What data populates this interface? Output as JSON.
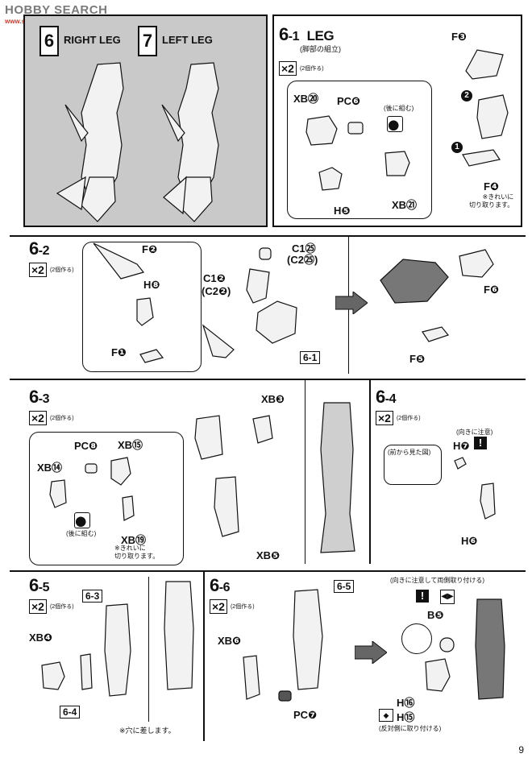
{
  "watermark": {
    "logo_text": "HOBBY SEARCH",
    "site": "www.sscdn.com"
  },
  "page_number": "9",
  "steps": {
    "s6": {
      "num": "6",
      "title": "RIGHT LEG"
    },
    "s7": {
      "num": "7",
      "title": "LEFT LEG"
    },
    "s6_1": {
      "num": "6",
      "sub": "-1",
      "title": "LEG",
      "jp_title": "(脚部の組立)",
      "count": "×2",
      "count_note": "(2個作る)",
      "labels": {
        "xb20": "XB⑳",
        "pc6": "PC❻",
        "back_note": "(後に組む)",
        "xb21": "XB㉑",
        "h5": "H❺",
        "f3": "F❸",
        "f4": "F❹",
        "cut_note": "※きれいに\n切り取ります。",
        "n1": "1",
        "n2": "2"
      }
    },
    "s6_2": {
      "num": "6",
      "sub": "-2",
      "count": "×2",
      "count_note": "(2個作る)",
      "labels": {
        "f2": "F❷",
        "h8": "H❽",
        "f1": "F❶",
        "c1_25": "C1㉕",
        "c2_25": "(C2㉕)",
        "c1_2": "C1❷",
        "c2_2": "(C2❷)",
        "ref": "6-1",
        "f6": "F❻",
        "f5": "F❺"
      }
    },
    "s6_3": {
      "num": "6",
      "sub": "-3",
      "count": "×2",
      "count_note": "(2個作る)",
      "labels": {
        "xb3": "XB❸",
        "pc8": "PC❽",
        "xb15": "XB⑮",
        "xb14": "XB⑭",
        "back_note": "(後に組む)",
        "xb19": "XB⑲",
        "cut_note": "※きれいに\n切り取ります。",
        "xb5": "XB❺"
      }
    },
    "s6_4": {
      "num": "6",
      "sub": "-4",
      "count": "×2",
      "count_note": "(2個作る)",
      "labels": {
        "direction_note": "(向きに注意)",
        "h7": "H❼",
        "front_view": "(前から見た図)",
        "h6": "H❻"
      }
    },
    "s6_5": {
      "num": "6",
      "sub": "-5",
      "count": "×2",
      "count_note": "(2個作る)",
      "labels": {
        "ref_top": "6-3",
        "xb4": "XB❹",
        "ref_bottom": "6-4",
        "hole_note": "※穴に差します。"
      }
    },
    "s6_6": {
      "num": "6",
      "sub": "-6",
      "count": "×2",
      "count_note": "(2個作る)",
      "labels": {
        "ref": "6-5",
        "xb6": "XB❻",
        "pc7": "PC❼",
        "direction_note": "(向きに注意して両側取り付ける)",
        "b5": "B❺",
        "h16": "H⑯",
        "h15": "H⑮",
        "opposite_note": "(反対側に取り付ける)"
      }
    }
  },
  "colors": {
    "panel_bg": "#c9c9c9",
    "ink": "#111111",
    "watermark_red": "#d23a2a"
  }
}
